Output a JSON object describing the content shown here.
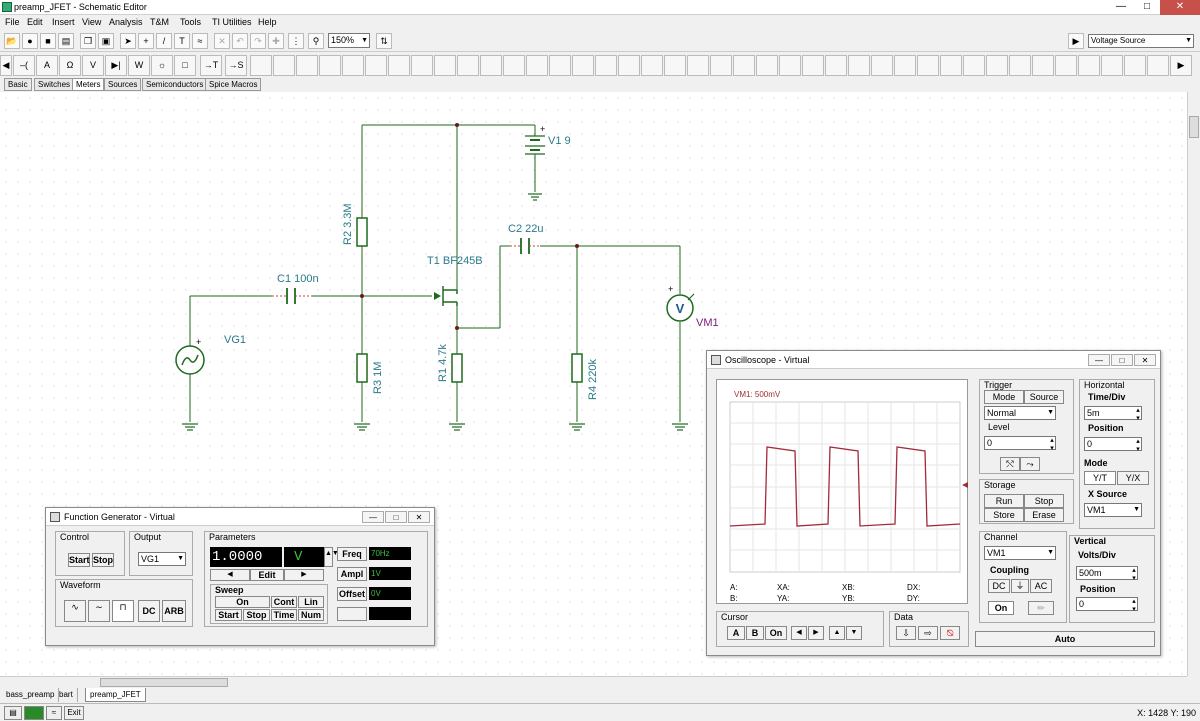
{
  "window": {
    "title": "preamp_JFET - Schematic Editor"
  },
  "menu": [
    "File",
    "Edit",
    "Insert",
    "View",
    "Analysis",
    "T&M",
    "Tools",
    "TI Utilities",
    "Help"
  ],
  "toolbar": {
    "zoom": "150%",
    "component": "Voltage Source"
  },
  "component_tabs": [
    "Basic",
    "Switches",
    "Meters",
    "Sources",
    "Semiconductors",
    "Spice Macros"
  ],
  "doc_tabs": [
    "bass_preamp",
    "bart",
    "preamp_JFET"
  ],
  "status": {
    "coords": "X: 1428 Y: 190",
    "exit": "Exit"
  },
  "schematic": {
    "v1": "V1 9",
    "plus": "+",
    "r2": "R2 3.3M",
    "c2": "C2 22u",
    "c1": "C1 100n",
    "t1": "T1 BF245B",
    "vg1": "VG1",
    "r3": "R3 1M",
    "r1": "R1 4.7k",
    "r4": "R4 220k",
    "vm1": "VM1",
    "vm_symbol": "V"
  },
  "func_gen": {
    "title": "Function Generator - Virtual",
    "control": "Control",
    "start": "Start",
    "stop": "Stop",
    "output": "Output",
    "output_val": "VG1",
    "parameters": "Parameters",
    "display": "1.0000",
    "unit": "V",
    "edit": "Edit",
    "freq": "Freq",
    "freq_val": "70Hz",
    "ampl": "Ampl",
    "ampl_val": "1V",
    "offset": "Offset",
    "offset_val": "0V",
    "waveform": "Waveform",
    "dc": "DC",
    "arb": "ARB",
    "sweep": "Sweep",
    "on": "On",
    "cont": "Cont",
    "lin": "Lin",
    "time": "Time",
    "num": "Num",
    "start2": "Start",
    "stop2": "Stop"
  },
  "scope": {
    "title": "Oscilloscope - Virtual",
    "ch_label": "VM1: 500mV",
    "trigger": "Trigger",
    "mode": "Mode",
    "source": "Source",
    "mode_val": "Normal",
    "level": "Level",
    "level_val": "0",
    "storage": "Storage",
    "run": "Run",
    "stop": "Stop",
    "store": "Store",
    "erase": "Erase",
    "horizontal": "Horizontal",
    "timediv": "Time/Div",
    "timediv_val": "5m",
    "position": "Position",
    "position_val": "0",
    "hmode": "Mode",
    "yt": "Y/T",
    "yx": "Y/X",
    "xsource": "X Source",
    "xsource_val": "VM1",
    "channel": "Channel",
    "channel_val": "VM1",
    "coupling": "Coupling",
    "dc": "DC",
    "ac": "AC",
    "on": "On",
    "vertical": "Vertical",
    "voltsdiv": "Volts/Div",
    "voltsdiv_val": "500m",
    "vposition": "Position",
    "vposition_val": "0",
    "cursor": "Cursor",
    "cur_a": "A",
    "cur_b": "B",
    "cur_on": "On",
    "data": "Data",
    "auto": "Auto",
    "readouts": {
      "a": "A:",
      "b": "B:",
      "xa": "XA:",
      "ya": "YA:",
      "xb": "XB:",
      "yb": "YB:",
      "dx": "DX:",
      "dy": "DY:"
    }
  }
}
